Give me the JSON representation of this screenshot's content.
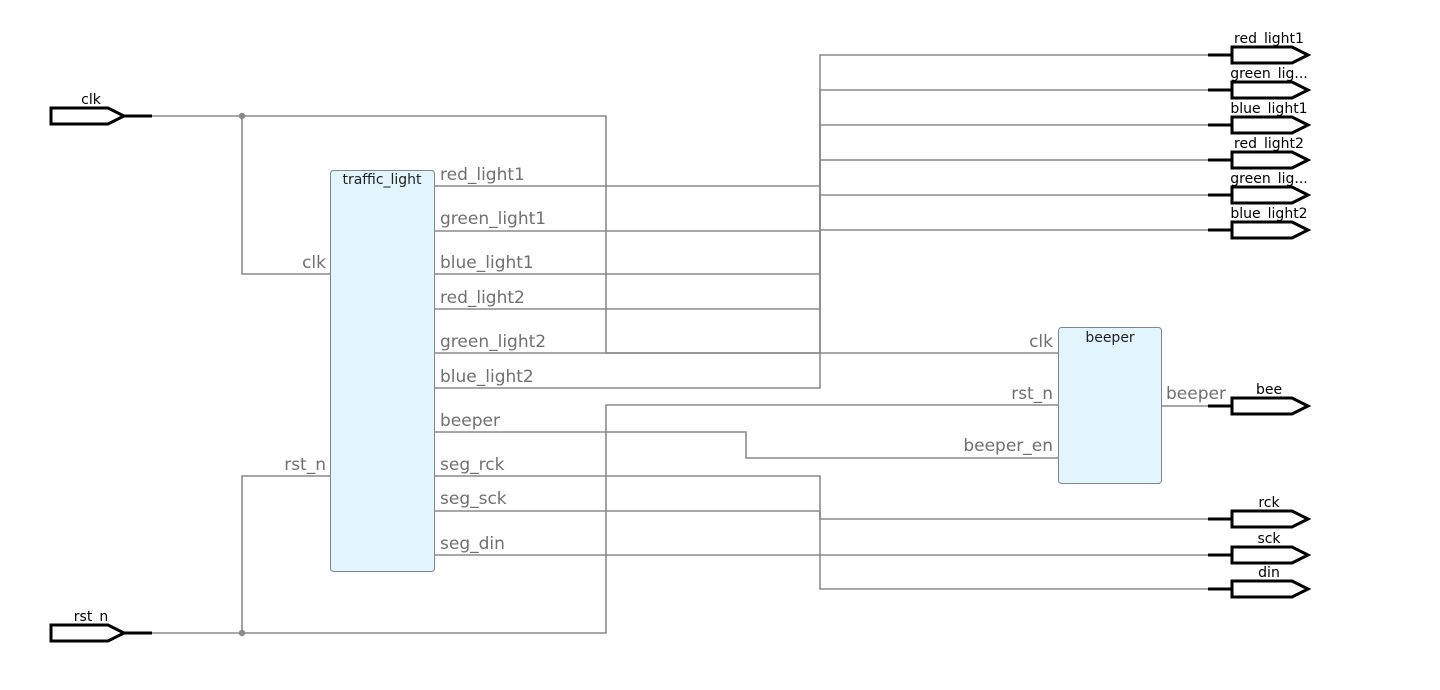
{
  "input_ports": [
    {
      "id": "clk",
      "label": "clk"
    },
    {
      "id": "rst_n",
      "label": "rst_n"
    }
  ],
  "output_ports": [
    {
      "id": "red_light1",
      "label": "red_light1"
    },
    {
      "id": "green_light1",
      "label": "green_lig..."
    },
    {
      "id": "blue_light1",
      "label": "blue_light1"
    },
    {
      "id": "red_light2",
      "label": "red_light2"
    },
    {
      "id": "green_light2",
      "label": "green_lig..."
    },
    {
      "id": "blue_light2",
      "label": "blue_light2"
    },
    {
      "id": "bee",
      "label": "bee"
    },
    {
      "id": "rck",
      "label": "rck"
    },
    {
      "id": "sck",
      "label": "sck"
    },
    {
      "id": "din",
      "label": "din"
    }
  ],
  "blocks": {
    "traffic_light": {
      "title": "traffic_light",
      "inputs": [
        "clk",
        "rst_n"
      ],
      "outputs": [
        "red_light1",
        "green_light1",
        "blue_light1",
        "red_light2",
        "green_light2",
        "blue_light2",
        "beeper",
        "seg_rck",
        "seg_sck",
        "seg_din"
      ]
    },
    "beeper": {
      "title": "beeper",
      "inputs": [
        "clk",
        "rst_n",
        "beeper_en"
      ],
      "outputs": [
        "beeper"
      ]
    }
  }
}
